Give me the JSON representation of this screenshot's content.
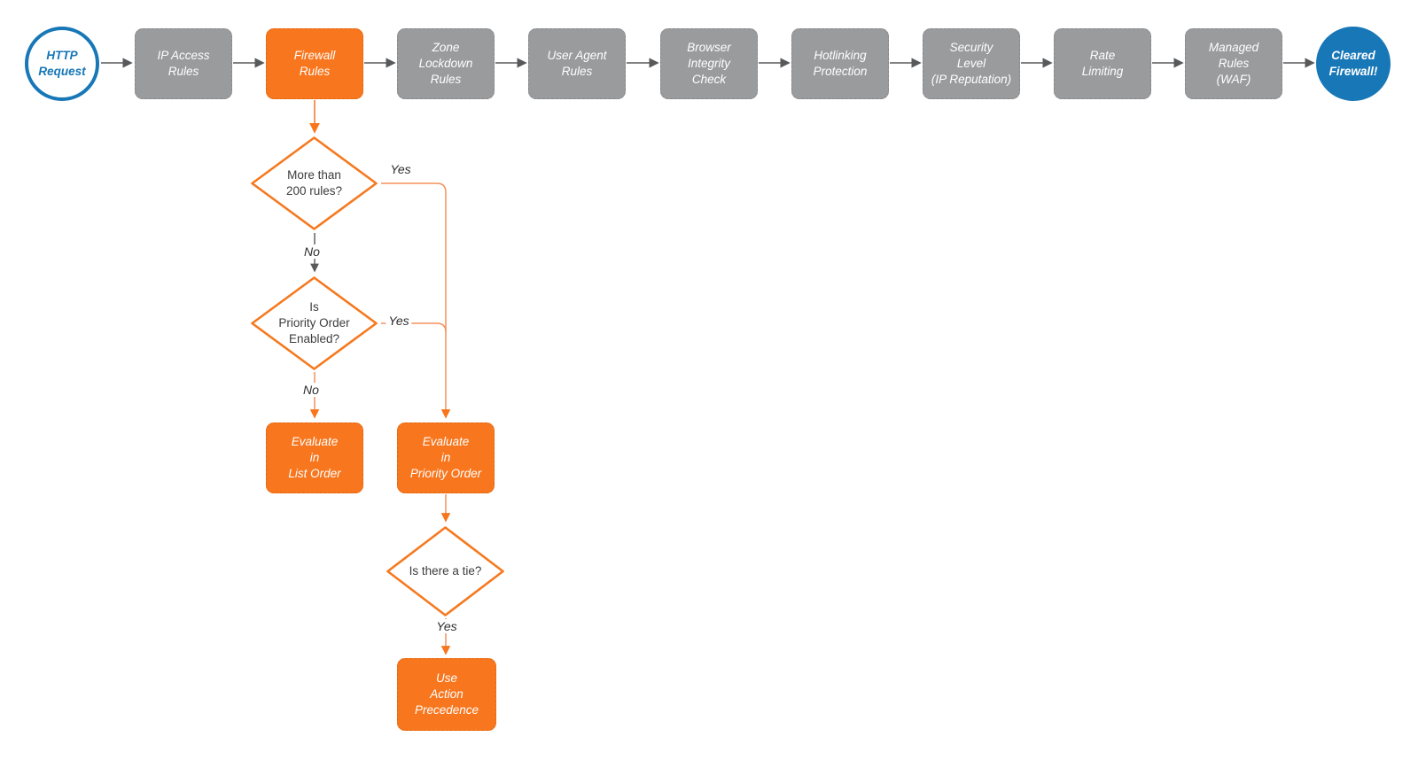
{
  "diagram": {
    "start_node": {
      "label": "HTTP\nRequest"
    },
    "pipeline": [
      {
        "id": "ip-access-rules",
        "label": "IP Access\nRules",
        "state": "default"
      },
      {
        "id": "firewall-rules",
        "label": "Firewall\nRules",
        "state": "active"
      },
      {
        "id": "zone-lockdown-rules",
        "label": "Zone\nLockdown\nRules",
        "state": "default"
      },
      {
        "id": "user-agent-rules",
        "label": "User Agent\nRules",
        "state": "default"
      },
      {
        "id": "browser-integrity-check",
        "label": "Browser\nIntegrity\nCheck",
        "state": "default"
      },
      {
        "id": "hotlinking-protection",
        "label": "Hotlinking\nProtection",
        "state": "default"
      },
      {
        "id": "security-level",
        "label": "Security\nLevel\n(IP Reputation)",
        "state": "default"
      },
      {
        "id": "rate-limiting",
        "label": "Rate\nLimiting",
        "state": "default"
      },
      {
        "id": "managed-rules-waf",
        "label": "Managed\nRules\n(WAF)",
        "state": "default"
      }
    ],
    "end_node": {
      "label": "Cleared\nFirewall!"
    },
    "decisions": {
      "more_than_200_rules": {
        "question": "More than\n200 rules?",
        "yes_label": "Yes",
        "no_label": "No"
      },
      "priority_order_enabled": {
        "question": "Is\nPriority Order\nEnabled?",
        "yes_label": "Yes",
        "no_label": "No"
      },
      "is_there_a_tie": {
        "question": "Is there a tie?",
        "yes_label": "Yes"
      }
    },
    "outcomes": {
      "evaluate_list_order": {
        "label": "Evaluate\nin\nList Order"
      },
      "evaluate_priority_order": {
        "label": "Evaluate\nin\nPriority Order"
      },
      "use_action_precedence": {
        "label": "Use\nAction\nPrecedence"
      }
    },
    "colors": {
      "pipeline_node_fill": "#9A9B9D",
      "active_node_fill": "#F7761E",
      "endpoint_blue": "#1777B7",
      "connector_gray": "#58595B",
      "connector_orange": "#F68A50",
      "node_text": "#FFFFFF",
      "decision_text": "#3C3C3C"
    }
  }
}
